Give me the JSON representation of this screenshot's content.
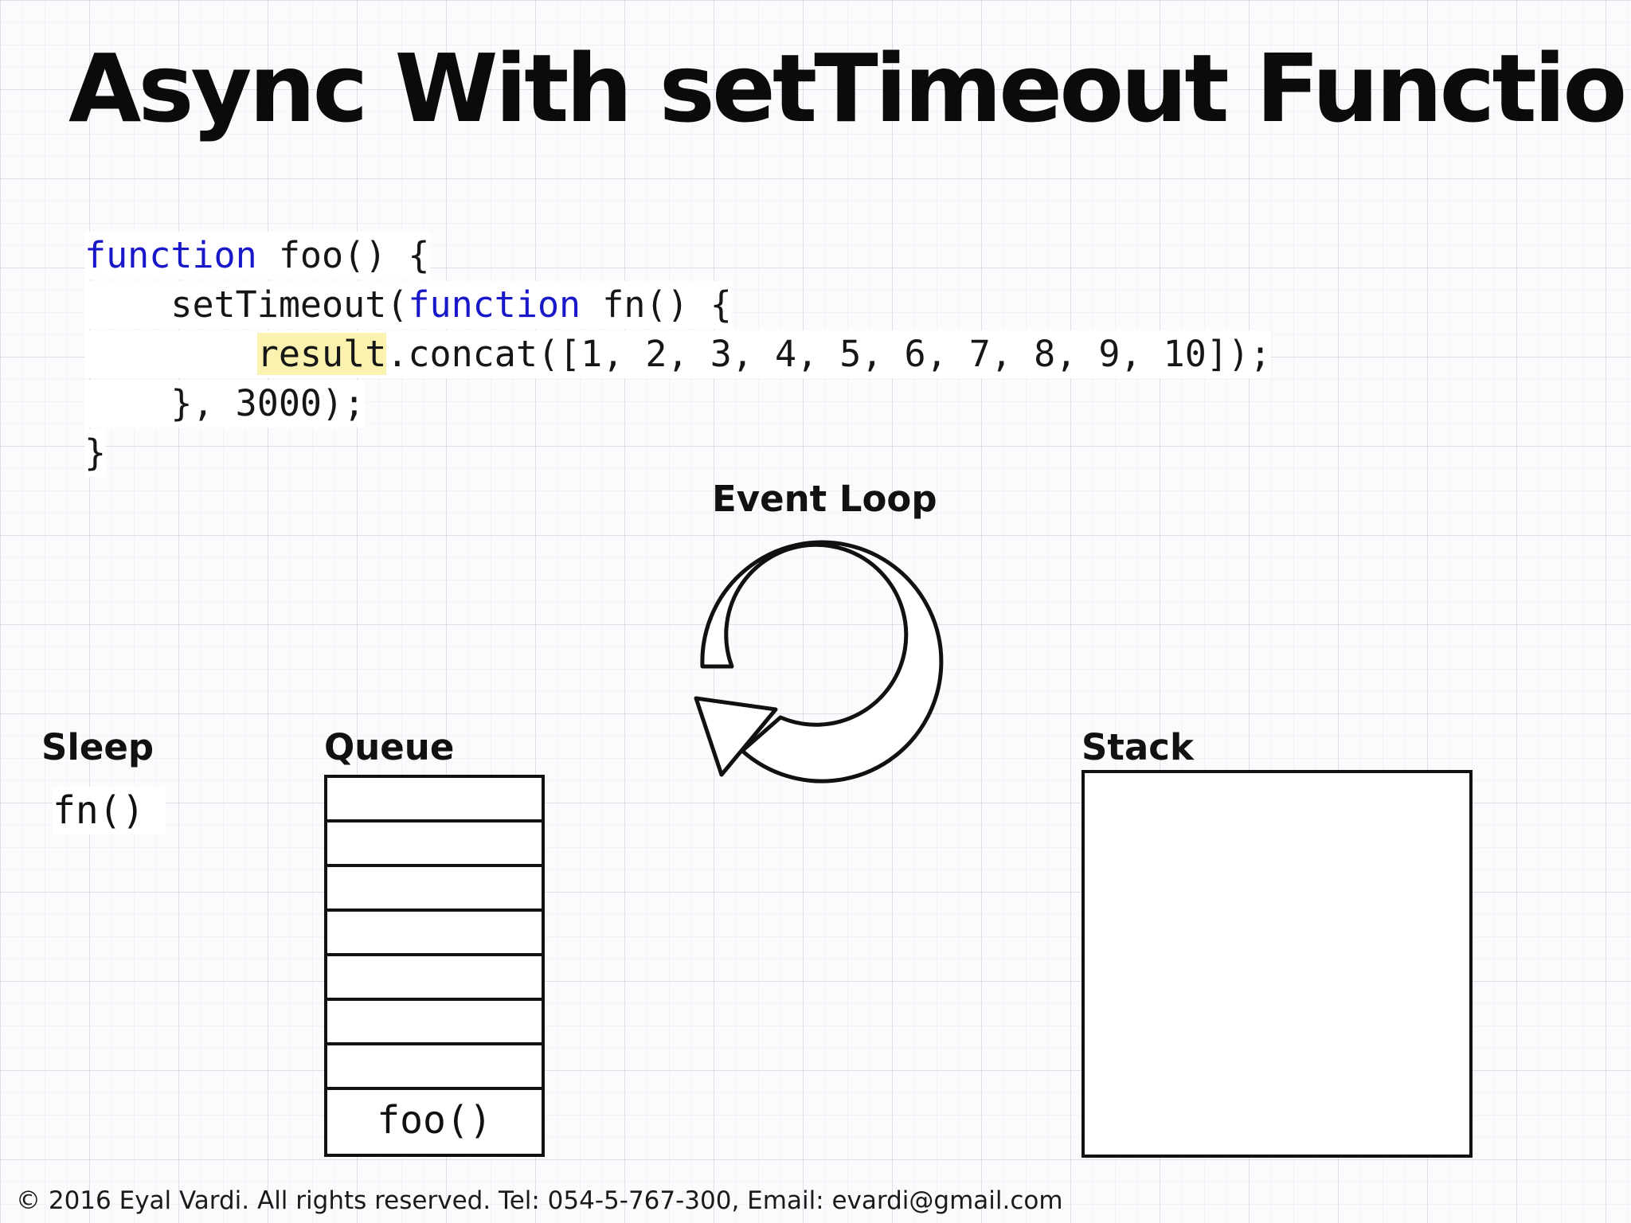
{
  "slide": {
    "title": "Async With setTimeout Function",
    "footer": "© 2016 Eyal Vardi. All rights reserved. Tel: 054-5-767-300, Email: evardi@gmail.com"
  },
  "code": {
    "line1": {
      "kw": "function",
      "rest": " foo() {"
    },
    "line2": {
      "pre": "setTimeout(",
      "kw": "function",
      "rest": " fn() {"
    },
    "line3": {
      "highlight": "result",
      "rest": ".concat([1, 2, 3, 4, 5, 6, 7, 8, 9, 10]);"
    },
    "line4": {
      "text": "}, 3000);"
    },
    "line5": {
      "text": "}"
    }
  },
  "diagram": {
    "event_loop_label": "Event Loop",
    "sleep": {
      "label": "Sleep",
      "item": "fn()"
    },
    "queue": {
      "label": "Queue",
      "slots_empty": 7,
      "item": "foo()"
    },
    "stack": {
      "label": "Stack"
    }
  },
  "colors": {
    "keyword": "#1818c8",
    "highlight": "#fbf2b0",
    "text": "#111111"
  }
}
